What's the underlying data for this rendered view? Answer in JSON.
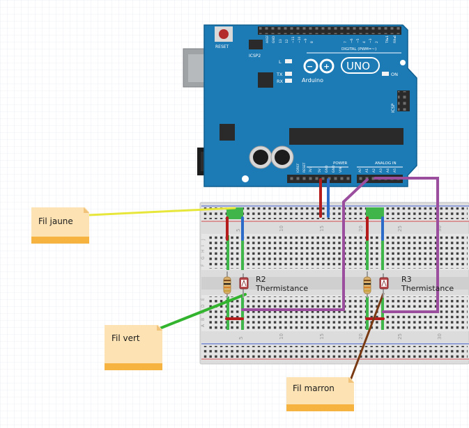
{
  "board": {
    "reset_label": "RESET",
    "icsp2_label": "ICSP2",
    "icsp_label": "ICSP",
    "aref_label": "AREF",
    "gnd_label": "GND",
    "digital_pins": [
      "13",
      "12",
      "~11",
      "~10",
      "~9",
      "8",
      "7",
      "~6",
      "~5",
      "4",
      "~3",
      "2",
      "TX▸1",
      "RX◂0"
    ],
    "digital_label": "DIGITAL (PWM=~)",
    "l_label": "L",
    "tx_label": "TX",
    "rx_label": "RX",
    "on_label": "ON",
    "uno_label": "UNO",
    "arduino_label": "Arduino",
    "power_label": "POWER",
    "power_pins": [
      "IOREF",
      "RESET",
      "3V3",
      "5V",
      "GND",
      "GND",
      "VIN"
    ],
    "analog_label": "ANALOG IN",
    "analog_pins": [
      "A0",
      "A1",
      "A2",
      "A3",
      "A4",
      "A5"
    ],
    "accent_color": "#2b7ab8"
  },
  "breadboard": {
    "column_numbers": [
      "5",
      "10",
      "15",
      "20",
      "25",
      "30"
    ],
    "row_letters_top": [
      "J",
      "I",
      "H",
      "G",
      "F"
    ],
    "row_letters_bottom": [
      "E",
      "D",
      "C",
      "B",
      "A"
    ]
  },
  "components": {
    "r2_name": "R2",
    "r2_type": "Thermistance",
    "r3_name": "R3",
    "r3_type": "Thermistance"
  },
  "notes": {
    "yellow_wire": "Fil jaune",
    "green_wire": "Fil vert",
    "brown_wire": "Fil marron",
    "note_color": "#fde3b4"
  }
}
